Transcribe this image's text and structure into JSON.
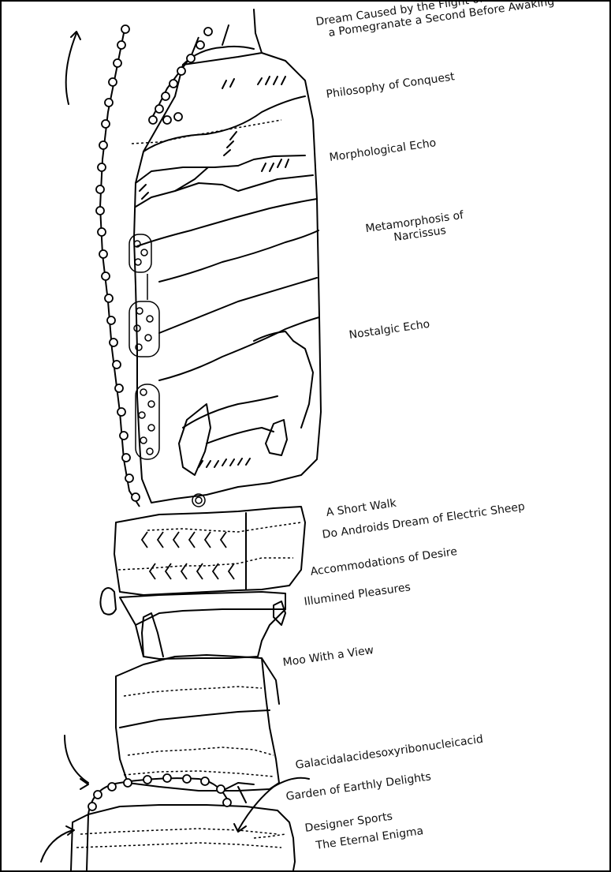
{
  "routes": [
    {
      "id": "dream",
      "line1": "Dream Caused by the Flight of a Bee Round",
      "line2": "a Pomegranate a Second Before Awaking"
    },
    {
      "id": "philosophy",
      "name": "Philosophy of Conquest"
    },
    {
      "id": "morphological",
      "name": "Morphological Echo"
    },
    {
      "id": "metamorphosis",
      "line1": "Metamorphosis of",
      "line2": "Narcissus"
    },
    {
      "id": "nostalgic",
      "name": "Nostalgic Echo"
    },
    {
      "id": "short-walk",
      "name": "A Short Walk"
    },
    {
      "id": "androids",
      "name": "Do Androids Dream of Electric Sheep"
    },
    {
      "id": "accommodations",
      "name": "Accommodations of Desire"
    },
    {
      "id": "illumined",
      "name": "Illumined Pleasures"
    },
    {
      "id": "moo",
      "name": "Moo With a View"
    },
    {
      "id": "galacid",
      "name": "Galacidalacidesoxyribonucleicacid"
    },
    {
      "id": "garden",
      "name": "Garden of Earthly Delights"
    },
    {
      "id": "designer",
      "name": "Designer Sports"
    },
    {
      "id": "eternal",
      "name": "The Eternal Enigma"
    }
  ],
  "colors": {
    "ink": "#000000",
    "paper": "#ffffff"
  }
}
